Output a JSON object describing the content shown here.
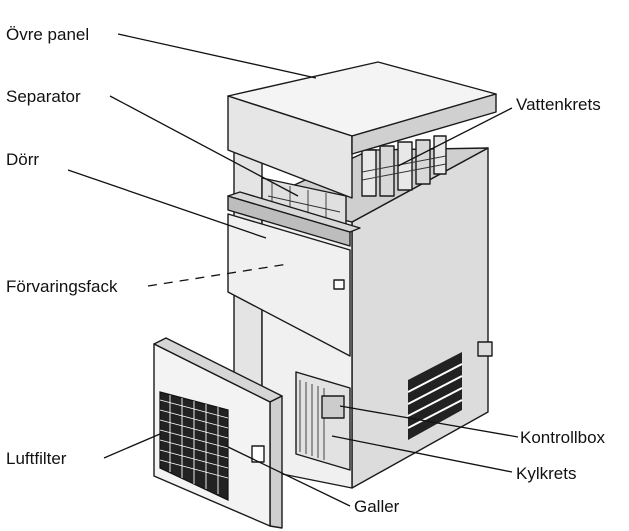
{
  "labels": {
    "ovre_panel": "Övre panel",
    "separator": "Separator",
    "dorr": "Dörr",
    "forvaringsfack": "Förvaringsfack",
    "luftfilter": "Luftfilter",
    "vattenkrets": "Vattenkrets",
    "kontrollbox": "Kontrollbox",
    "kylkrets": "Kylkrets",
    "galler": "Galler"
  },
  "colors": {
    "line": "#111111",
    "panel_light": "#f2f2f2",
    "panel_mid": "#d9d9d9",
    "panel_dark": "#bdbdbd",
    "grille": "#222222"
  }
}
